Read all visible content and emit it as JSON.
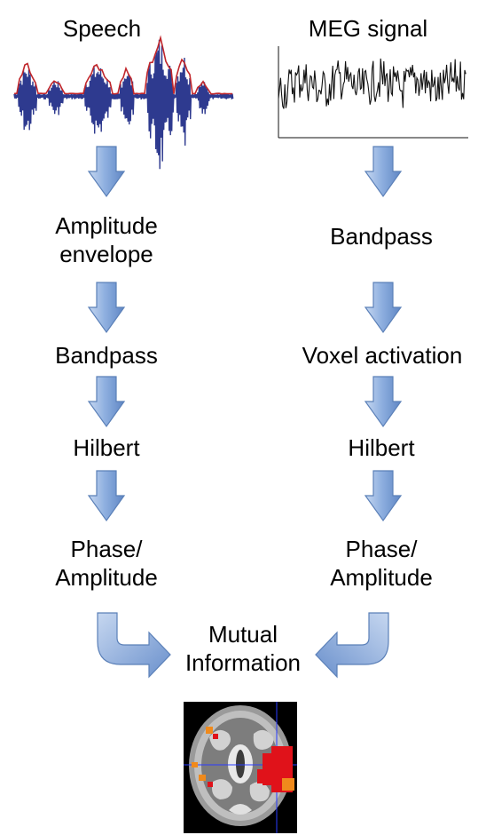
{
  "left_column": {
    "title": "Speech",
    "steps": [
      [
        "Amplitude",
        "envelope"
      ],
      [
        "Bandpass"
      ],
      [
        "Hilbert"
      ],
      [
        "Phase/",
        "Amplitude"
      ]
    ]
  },
  "right_column": {
    "title": "MEG signal",
    "steps": [
      [
        "Bandpass"
      ],
      [
        "Voxel activation"
      ],
      [
        "Hilbert"
      ],
      [
        "Phase/",
        "Amplitude"
      ]
    ]
  },
  "merge": {
    "lines": [
      "Mutual",
      "Information"
    ]
  },
  "colors": {
    "arrow_fill": "#7fa3d8",
    "arrow_fill_light": "#c6d7f0",
    "arrow_stroke": "#5b80b8",
    "speech_wave": "#2e3a8f",
    "speech_envelope": "#c0262b",
    "meg_trace": "#111111",
    "activation_red": "#e0121a",
    "activation_orange": "#f08a1c"
  },
  "icons": {
    "flow_arrow": "down-arrow-icon",
    "merge_left": "curved-arrow-right-icon",
    "merge_right": "curved-arrow-left-icon",
    "brain": "brain-scan-image"
  }
}
